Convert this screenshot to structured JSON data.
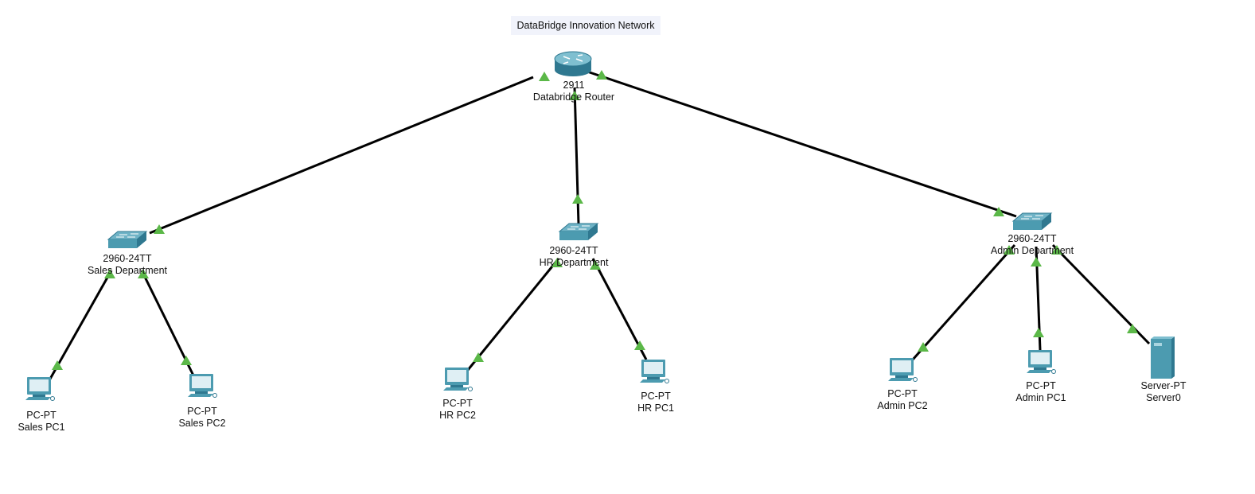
{
  "title": "DataBridge Innovation Network",
  "colors": {
    "link": "#000000",
    "link_light": "#5bb848",
    "device": "#4c9bb0",
    "device_dark": "#2f7890",
    "title_bg": "#f1f3fb"
  },
  "devices": [
    {
      "id": "router",
      "type": "router",
      "model": "2911",
      "name": "Databridge Router"
    },
    {
      "id": "sw-sales",
      "type": "switch",
      "model": "2960-24TT",
      "name": "Sales Department"
    },
    {
      "id": "sw-hr",
      "type": "switch",
      "model": "2960-24TT",
      "name": "HR Department"
    },
    {
      "id": "sw-admin",
      "type": "switch",
      "model": "2960-24TT",
      "name": "Admin Department"
    },
    {
      "id": "sales-pc1",
      "type": "pc",
      "model": "PC-PT",
      "name": "Sales PC1"
    },
    {
      "id": "sales-pc2",
      "type": "pc",
      "model": "PC-PT",
      "name": "Sales PC2"
    },
    {
      "id": "hr-pc2",
      "type": "pc",
      "model": "PC-PT",
      "name": "HR PC2"
    },
    {
      "id": "hr-pc1",
      "type": "pc",
      "model": "PC-PT",
      "name": "HR PC1"
    },
    {
      "id": "admin-pc2",
      "type": "pc",
      "model": "PC-PT",
      "name": "Admin PC2"
    },
    {
      "id": "admin-pc1",
      "type": "pc",
      "model": "PC-PT",
      "name": "Admin PC1"
    },
    {
      "id": "server0",
      "type": "server",
      "model": "Server-PT",
      "name": "Server0"
    }
  ],
  "links": [
    {
      "from": "router",
      "to": "sw-sales"
    },
    {
      "from": "router",
      "to": "sw-hr"
    },
    {
      "from": "router",
      "to": "sw-admin"
    },
    {
      "from": "sw-sales",
      "to": "sales-pc1"
    },
    {
      "from": "sw-sales",
      "to": "sales-pc2"
    },
    {
      "from": "sw-hr",
      "to": "hr-pc2"
    },
    {
      "from": "sw-hr",
      "to": "hr-pc1"
    },
    {
      "from": "sw-admin",
      "to": "admin-pc2"
    },
    {
      "from": "sw-admin",
      "to": "admin-pc1"
    },
    {
      "from": "sw-admin",
      "to": "server0"
    }
  ]
}
